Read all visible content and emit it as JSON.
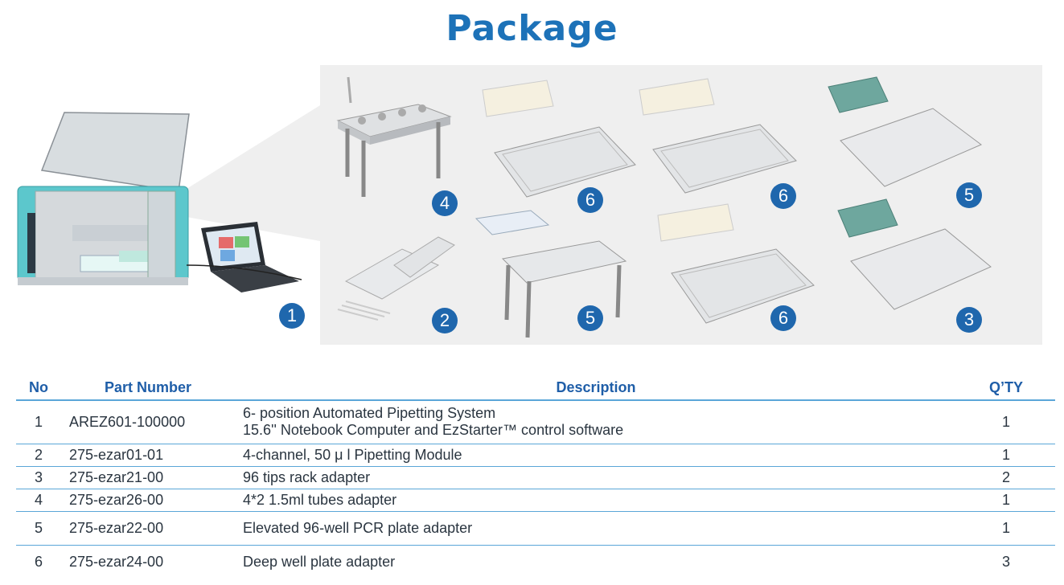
{
  "page": {
    "title": "Package"
  },
  "badges": {
    "system": "1",
    "pipetting_module": "2",
    "tubes_adapter": "4",
    "elevated_pcr": "5",
    "deep_well_top": "6",
    "deep_well_mid": "6",
    "deep_well_bottom": "6",
    "tips_rack_top": "5",
    "tips_rack_bottom": "3"
  },
  "table": {
    "headers": {
      "no": "No",
      "part_number": "Part Number",
      "description": "Description",
      "qty": "Q’TY"
    },
    "rows": [
      {
        "no": "1",
        "part_number": "AREZ601-100000",
        "description": [
          "6- position Automated Pipetting System",
          "15.6'' Notebook Computer and EzStarter™ control software"
        ],
        "qty": "1"
      },
      {
        "no": "2",
        "part_number": "275-ezar01-01",
        "description": [
          "4-channel, 50 μ l Pipetting Module"
        ],
        "qty": "1"
      },
      {
        "no": "3",
        "part_number": "275-ezar21-00",
        "description": [
          "96 tips rack adapter"
        ],
        "qty": "2"
      },
      {
        "no": "4",
        "part_number": "275-ezar26-00",
        "description": [
          "4*2 1.5ml tubes adapter"
        ],
        "qty": "1"
      },
      {
        "no": "5",
        "part_number": "275-ezar22-00",
        "description": [
          "Elevated 96-well PCR plate adapter"
        ],
        "qty": "1"
      },
      {
        "no": "6",
        "part_number": "275-ezar24-00",
        "description": [
          "Deep well plate adapter"
        ],
        "qty": "3"
      }
    ]
  },
  "colors": {
    "accent": "#1d72b8",
    "badge": "#1f67ad",
    "rule": "#5aa6d8",
    "instrument": "#4fc3c8"
  }
}
